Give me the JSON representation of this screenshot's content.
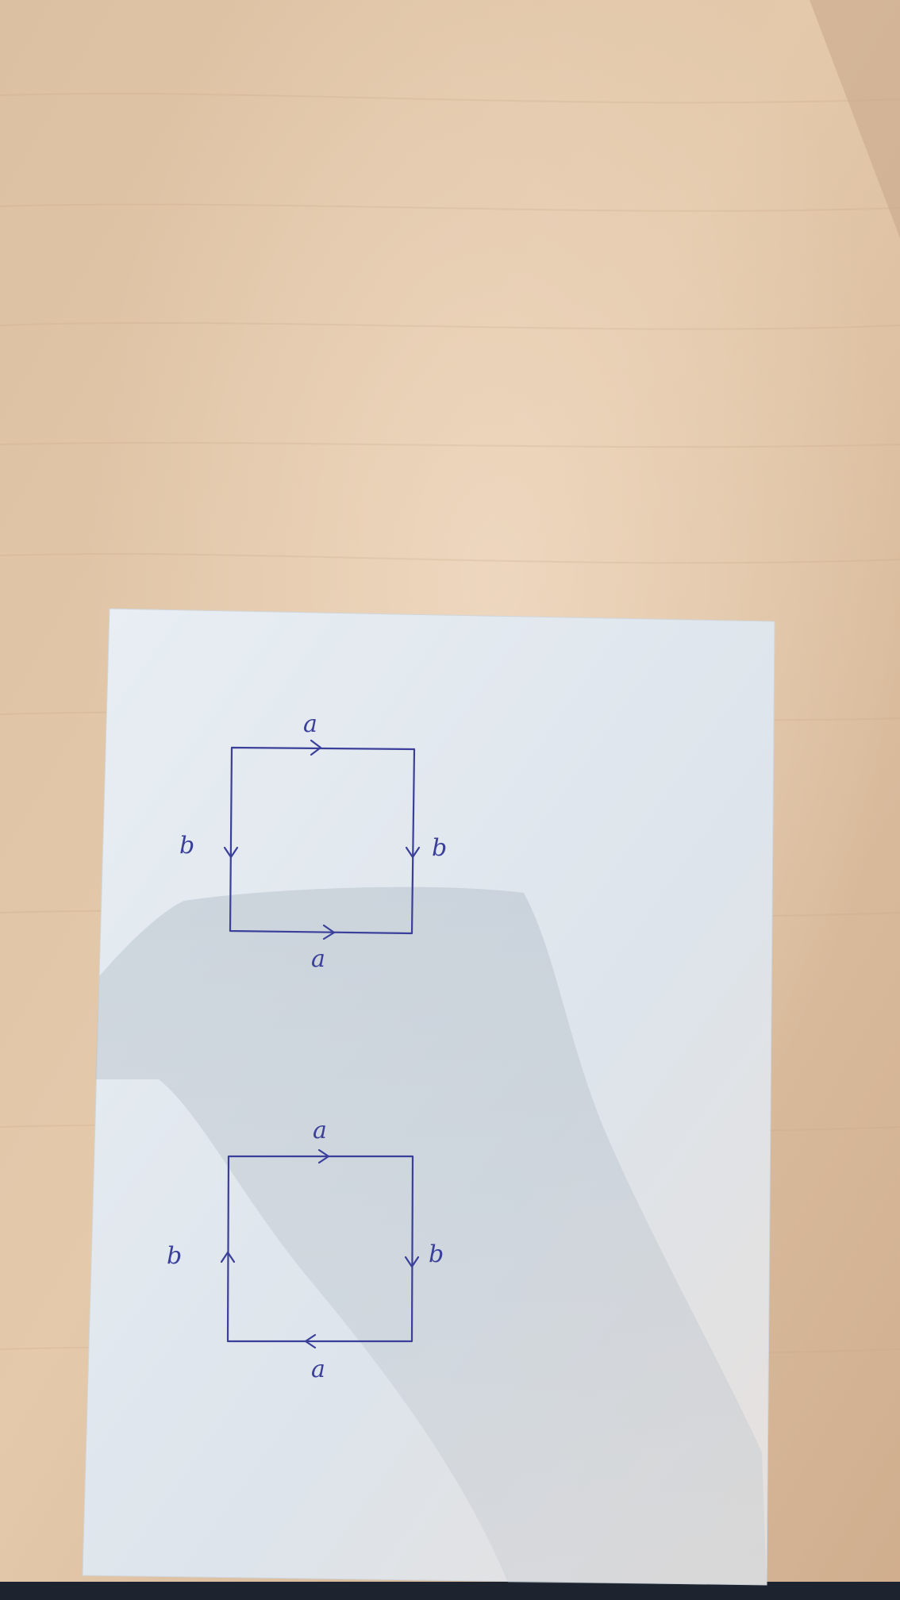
{
  "photo": {
    "description_colors": {
      "table_light": "#e2c6a8",
      "table_dark": "#c9a585",
      "paper": "#e3e9ee",
      "paper_shadow": "#c9d1d9",
      "ink": "#3a3f9a",
      "bottom_edge": "#1e2330"
    }
  },
  "diagrams": [
    {
      "edges": [
        {
          "side": "top",
          "label": "a",
          "arrow": "right"
        },
        {
          "side": "right",
          "label": "b",
          "arrow": "down"
        },
        {
          "side": "bottom",
          "label": "a",
          "arrow": "right"
        },
        {
          "side": "left",
          "label": "b",
          "arrow": "down"
        }
      ]
    },
    {
      "edges": [
        {
          "side": "top",
          "label": "a",
          "arrow": "right"
        },
        {
          "side": "right",
          "label": "b",
          "arrow": "down"
        },
        {
          "side": "bottom",
          "label": "a",
          "arrow": "left"
        },
        {
          "side": "left",
          "label": "b",
          "arrow": "up"
        }
      ]
    }
  ]
}
